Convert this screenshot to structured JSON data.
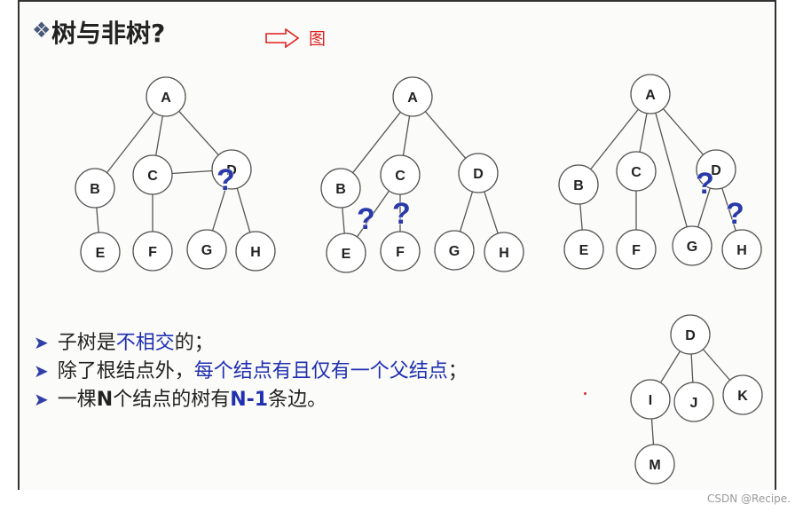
{
  "title": "树与非树?",
  "title_bullet": "❖",
  "annotation": {
    "arrow": "⇨",
    "text": "图"
  },
  "trees": [
    {
      "nodes": {
        "A": "A",
        "B": "B",
        "C": "C",
        "D": "D",
        "E": "E",
        "F": "F",
        "G": "G",
        "H": "H"
      },
      "question_marks": 1
    },
    {
      "nodes": {
        "A": "A",
        "B": "B",
        "C": "C",
        "D": "D",
        "E": "E",
        "F": "F",
        "G": "G",
        "H": "H"
      },
      "question_marks": 2
    },
    {
      "nodes": {
        "A": "A",
        "B": "B",
        "C": "C",
        "D": "D",
        "E": "E",
        "F": "F",
        "G": "G",
        "H": "H"
      },
      "question_marks": 2
    },
    {
      "nodes": {
        "D": "D",
        "I": "I",
        "J": "J",
        "K": "K",
        "M": "M"
      },
      "question_marks": 0
    }
  ],
  "question_mark": "?",
  "bullets": [
    {
      "arrow": "➤",
      "plain1": "子树是",
      "emph": "不相交",
      "plain2": "的；"
    },
    {
      "arrow": "➤",
      "plain1": "除了根结点外，",
      "emph": "每个结点有且仅有一个父结点",
      "plain2": "；"
    },
    {
      "arrow": "➤",
      "plain1": "一棵",
      "bold1": "N",
      "plain2": "个结点的树有",
      "emph": "N-1",
      "plain3": "条边。"
    }
  ],
  "credit": "CSDN @Recipe."
}
